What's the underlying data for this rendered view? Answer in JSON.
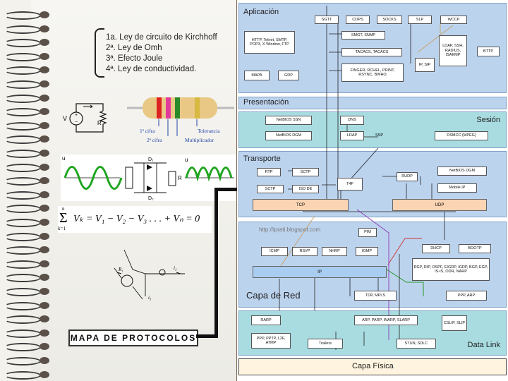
{
  "notebook": {
    "laws": [
      "1a. Ley de circuito de Kirchhoff",
      "2ª. Ley de Omh",
      "3ª. Efecto Joule",
      "4ª. Ley de conductividad."
    ],
    "resistor_labels": {
      "first": "1ª cifra",
      "second": "2ª cifra",
      "tolerance": "Tolerancia",
      "multiplier": "Multiplicador"
    },
    "circuit_labels": {
      "v": "V",
      "r": "R"
    },
    "rectifier_labels": {
      "u_left": "u",
      "u_right": "u",
      "d1": "D₁",
      "d2": "D₂",
      "r": "R"
    },
    "equation": "Vₖ = V₁ − V₂ − V₃ . . . + Vₙ = 0",
    "equation_sum": {
      "top": "n",
      "bottom": "k=1"
    },
    "mapa_label": "MAPA DE PROTOCOLOS"
  },
  "diagram": {
    "layers": {
      "aplicacion": "Aplicación",
      "presentacion": "Presentación",
      "sesion": "Sesión",
      "transporte": "Transporte",
      "red": "Capa de Red",
      "datalink": "Data Link",
      "fisica": "Capa Física"
    },
    "watermark": "http://iprati.blogspot.com",
    "app_boxes": {
      "sgtt": "SGTT",
      "cops": "COPS",
      "socks": "SOCKS",
      "slp": "SLP",
      "wccp": "WCCP",
      "http": "HTTP, Telnet, SMTP, POP3, X Window, FTP",
      "snmp": "SMGT, SNMP",
      "tacacs": "TACACS, TACACS",
      "ldap": "LDAP, SSH, RADIUS, ISAKMP",
      "bttp": "BTTP",
      "ip": "IP, SIP",
      "finger": "FINGER, RCHEL, PRINT, RSYNC, BWHO",
      "mapa": "MAPA",
      "gdp": "GDP"
    },
    "pres_boxes": {
      "netbios_ssn": "NetBIOS SSN",
      "dns": "DNS",
      "netbios_dgm": "NetBIOS DGM",
      "ldap": "LDAP",
      "ssp": "SSP",
      "dsmcc": "DSMCC (MPEG)"
    },
    "trans_boxes": {
      "rtp": "RTP",
      "sctp_top": "SCTP",
      "rudp": "RUDP",
      "netbios_dgm": "NetBIOS DGM",
      "sctp": "SCTP",
      "iso_de": "ISO DE",
      "t4f": "T4F",
      "mobile_ip": "Mobile IP",
      "tcp": "TCP",
      "udp": "UDP"
    },
    "red_boxes": {
      "pim": "PIM",
      "icmp": "ICMP",
      "rsvp": "RSVP",
      "nhrp": "NHRP",
      "igmp": "IGMP",
      "dhcp": "DHCP",
      "bootp": "BOOTP",
      "routing": "RGP, RIP, OSPF, EIGRP, IGRP, BGP, EGP, IS-IS, ODR, NARP",
      "ip": "IP",
      "tdp_mpls": "TDP, MPLS",
      "ppp": "PPP, ARP"
    },
    "dl_boxes": {
      "rarp": "RARP",
      "arp": "ARP, PARP, INARP, SLARP",
      "cslip": "CSLIP, SLIP",
      "ppp": "PPP, PPTP, L2F, ATMP",
      "trailers": "Trailers",
      "stun": "STUN, SDLC"
    }
  },
  "colors": {
    "layer_blue": "#bcd3ee",
    "layer_teal": "#a8dce0",
    "bar_peach": "#fbd4b3",
    "bar_blue": "#a9cdf1",
    "phys": "#fff4df"
  }
}
